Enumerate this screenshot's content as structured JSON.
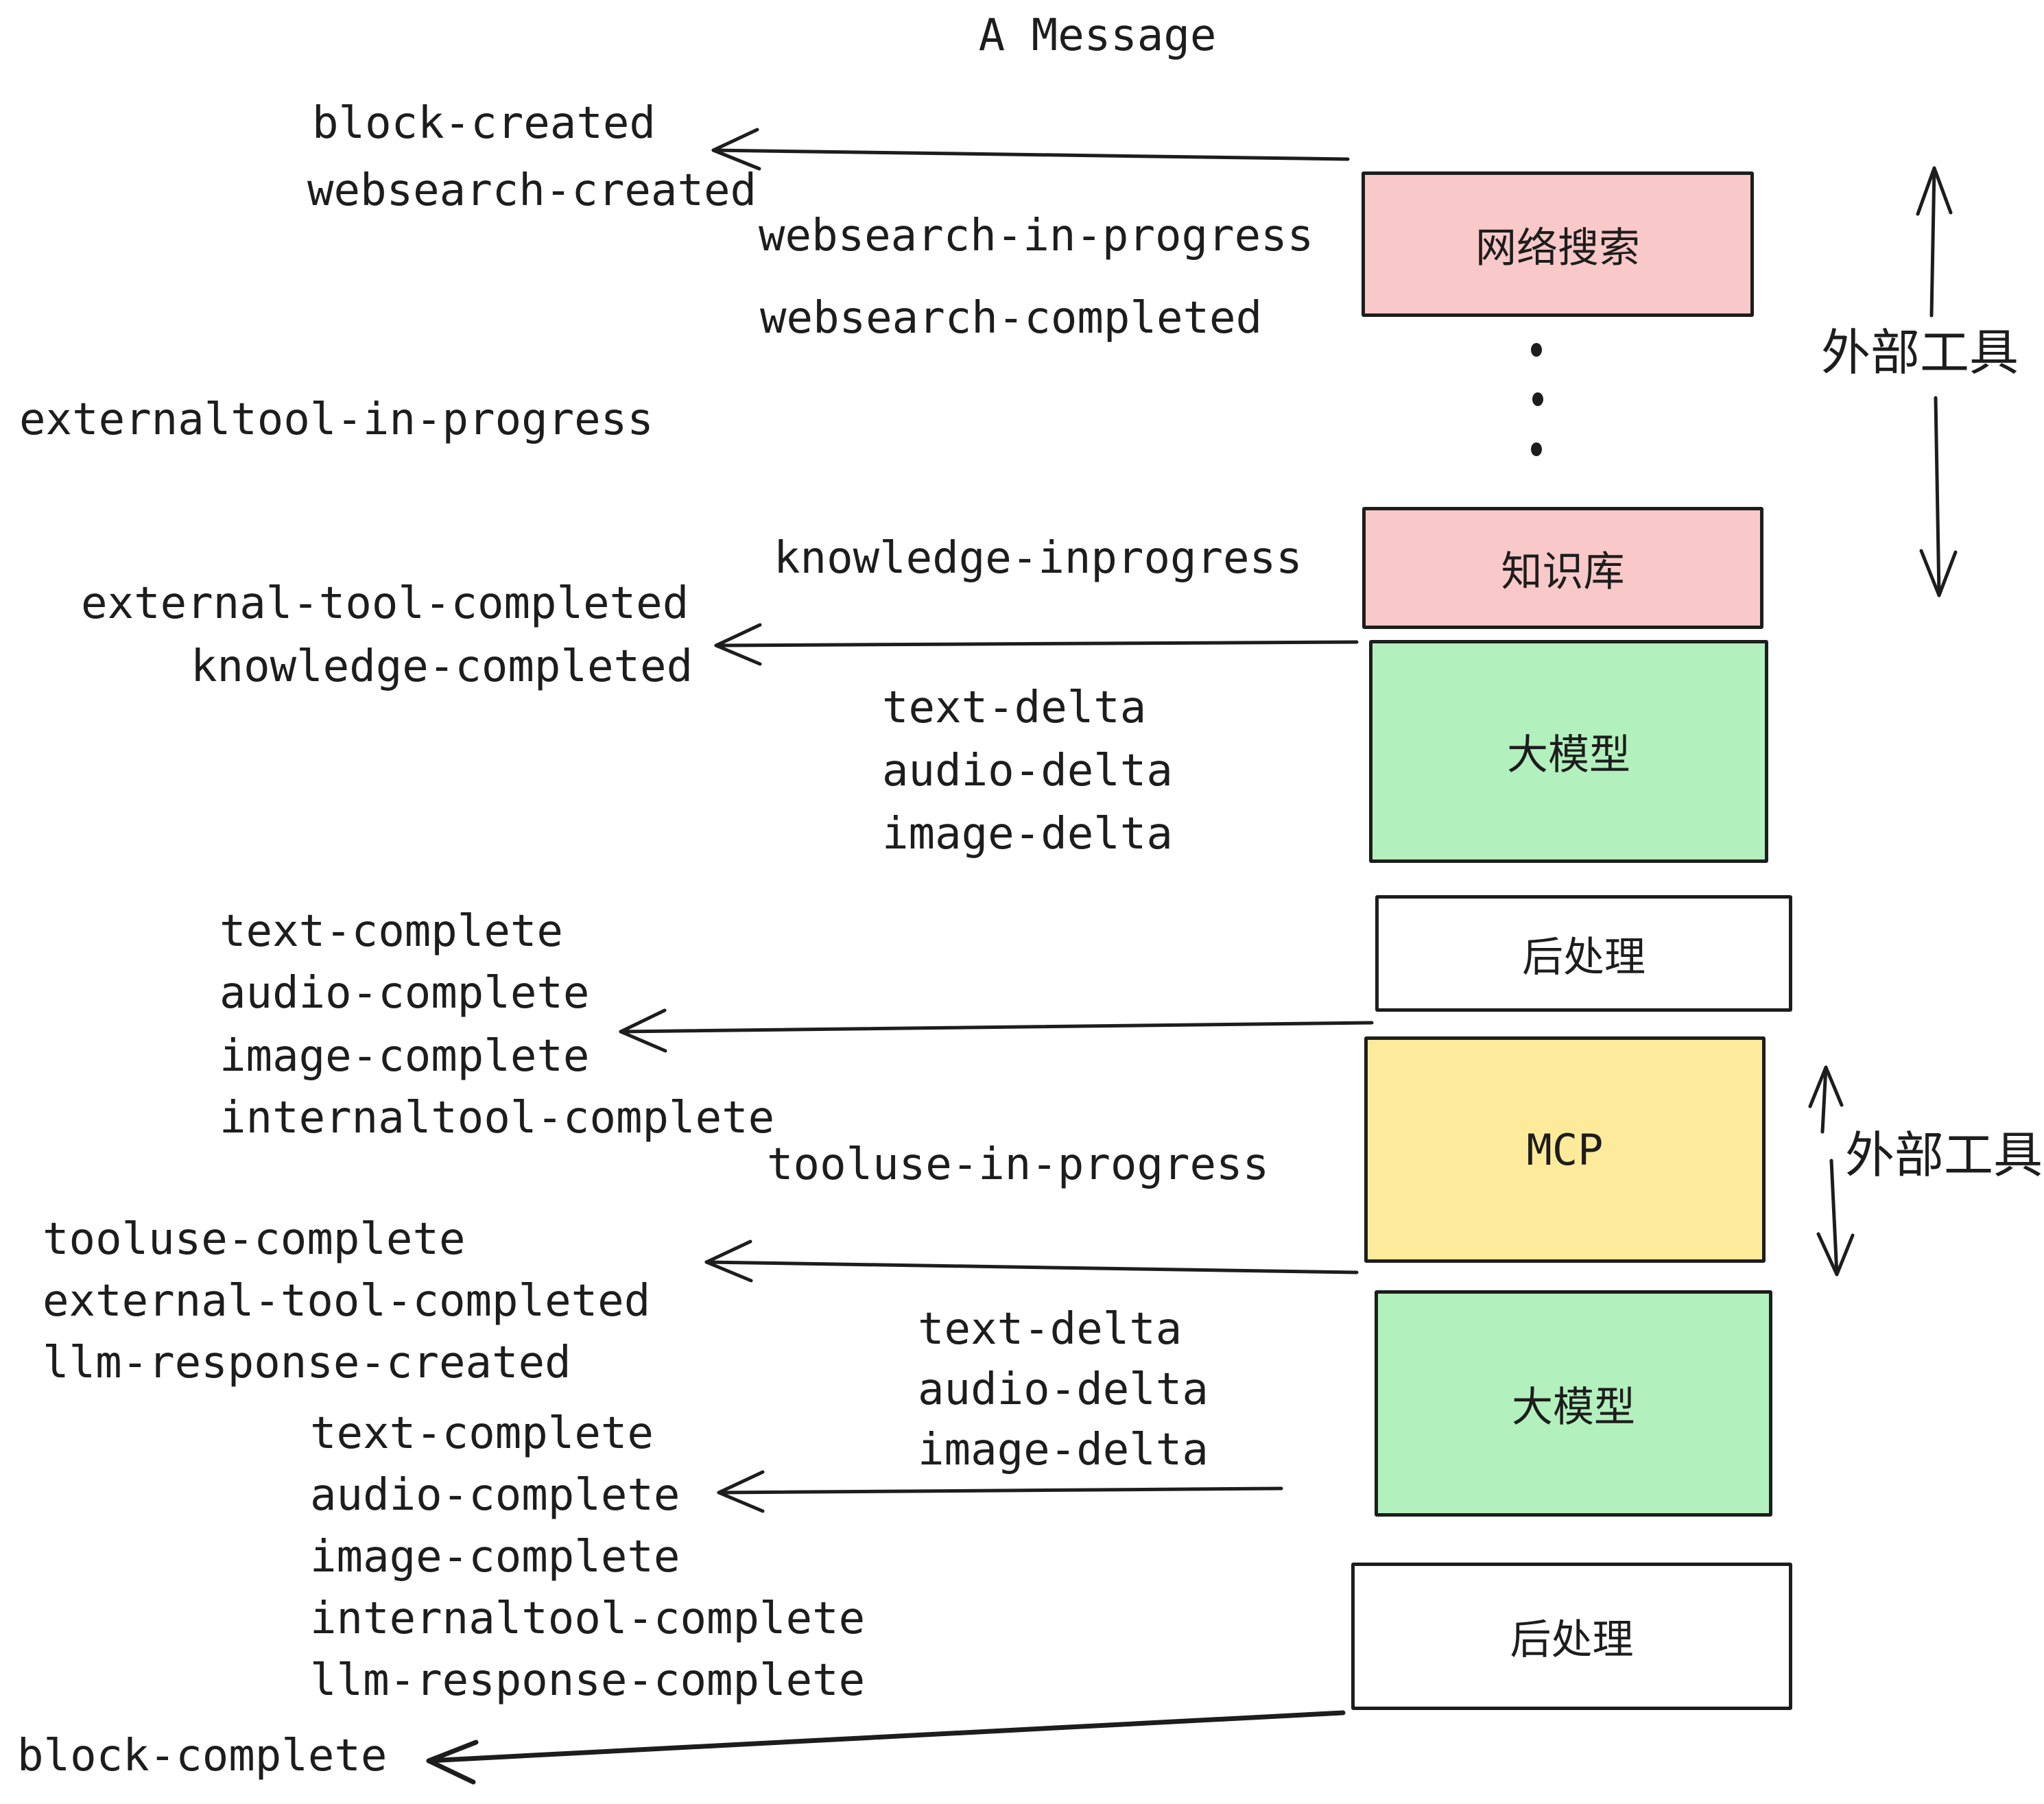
{
  "title": "A Message",
  "boxes": [
    {
      "id": "websearch",
      "label": "网络搜索",
      "color": "#f9c8c8"
    },
    {
      "id": "knowledge",
      "label": "知识库",
      "color": "#f9c8c8"
    },
    {
      "id": "llm_1",
      "label": "大模型",
      "color": "#b2f0bd"
    },
    {
      "id": "postprocess_1",
      "label": "后处理",
      "color": "#ffffff"
    },
    {
      "id": "mcp",
      "label": "MCP",
      "color": "#fdea9b"
    },
    {
      "id": "llm_2",
      "label": "大模型",
      "color": "#b2f0bd"
    },
    {
      "id": "postprocess_2",
      "label": "后处理",
      "color": "#ffffff"
    }
  ],
  "events": {
    "block_created": "block-created",
    "websearch_created": "websearch-created",
    "websearch_in_progress": "websearch-in-progress",
    "websearch_completed": "websearch-completed",
    "externaltool_in_progress": "externaltool-in-progress",
    "knowledge_inprogress": "knowledge-inprogress",
    "external_tool_completed_1": "external-tool-completed",
    "knowledge_completed": "knowledge-completed",
    "text_delta_1": "text-delta",
    "audio_delta_1": "audio-delta",
    "image_delta_1": "image-delta",
    "text_complete_1": "text-complete",
    "audio_complete_1": "audio-complete",
    "image_complete_1": "image-complete",
    "internaltool_complete_1": "internaltool-complete",
    "tooluse_in_progress": "tooluse-in-progress",
    "tooluse_complete": "tooluse-complete",
    "external_tool_completed_2": "external-tool-completed",
    "llm_response_created": "llm-response-created",
    "text_delta_2": "text-delta",
    "audio_delta_2": "audio-delta",
    "image_delta_2": "image-delta",
    "text_complete_2": "text-complete",
    "audio_complete_2": "audio-complete",
    "image_complete_2": "image-complete",
    "internaltool_complete_2": "internaltool-complete",
    "llm_response_complete": "llm-response-complete",
    "block_complete": "block-complete"
  },
  "brackets": {
    "external_tools_top": "外部工具",
    "external_tools_mcp": "外部工具"
  },
  "colors": {
    "ink": "#1d1d1d",
    "pink": "#f9c8c8",
    "green": "#b2f0bd",
    "yellow": "#fdea9b",
    "white": "#ffffff"
  }
}
